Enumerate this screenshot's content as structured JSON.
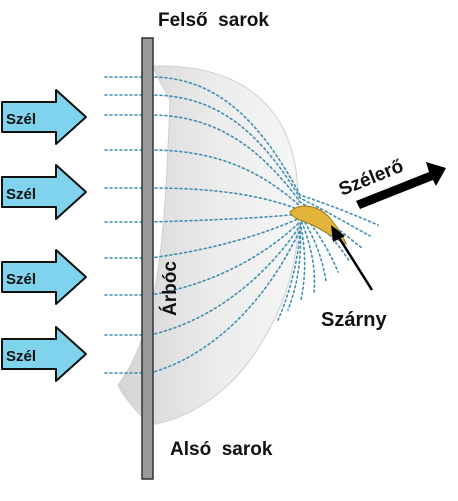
{
  "labels": {
    "top_corner": "Felső  sarok",
    "bottom_corner": "Alsó  sarok",
    "mast": "Árbóc",
    "wing": "Szárny",
    "wind_force": "Szélerő",
    "wind": [
      "Szél",
      "Szél",
      "Szél",
      "Szél"
    ]
  },
  "colors": {
    "wind_arrow_fill": "#7fd3ec",
    "wind_arrow_stroke": "#111111",
    "sail_fill": "#e6e6e6",
    "mast_fill": "#9a9a9a",
    "streamline": "#3f8fb0",
    "wing_fill": "#e2b43a",
    "force_arrow": "#000000"
  }
}
